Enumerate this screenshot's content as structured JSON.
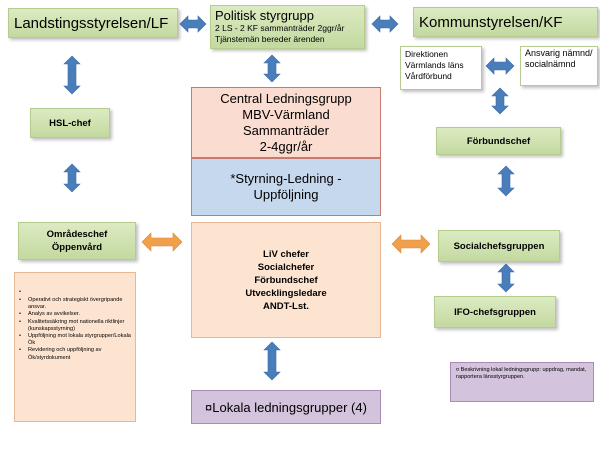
{
  "nodes": {
    "landsting": "Landstingsstyrelsen/LF",
    "politisk_title": "Politisk styrgrupp",
    "politisk_line1": "2 LS - 2 KF sammanträder 2ggr/år",
    "politisk_line2": "Tjänstemän bereder ärenden",
    "kommun": "Kommunstyrelsen/KF",
    "direktionen": "Direktionen Värmlands läns Vårdförbund",
    "ansvarig": "Ansvarig nämnd/ socialnämnd",
    "hsl": "HSL-chef",
    "forbundschef": "Förbundschef",
    "central_lines": [
      "Central Ledningsgrupp",
      "MBV-Värmland",
      "Sammanträder",
      "2-4ggr/år"
    ],
    "styrning_lines": [
      "*Styrning-Ledning -",
      "Uppföljning"
    ],
    "omrade_lines": [
      "Områdeschef",
      "Öppenvård"
    ],
    "liv_lines": [
      "LiV chefer",
      "Socialchefer",
      "Förbundschef",
      "Utvecklingsledare",
      "ANDT-Lst."
    ],
    "socialchef": "Socialchefsgruppen",
    "ifo": "IFO-chefsgruppen",
    "lokala": "¤Lokala ledningsgrupper (4)",
    "bullets": [
      "Operativt och strategiskt övergripande ansvar.",
      "Analys av avvikelser.",
      "Kvalitetssäkring mot nationella riktlinjer (kunskapsstyrning)",
      "Uppföljning mot lokala styrgrupper/Lokala Ök",
      "Revidering och uppföljning av Ök/styrdokument"
    ],
    "note": "¤ Beskrivning lokal ledningsgrupp: uppdrag, mandat, rapportera länsstyrgruppen."
  },
  "colors": {
    "arrow_blue": "#4a7ebb",
    "arrow_orange": "#f0a04b",
    "green_box": "#d0e3b0",
    "central_fill": "#fbdcd0",
    "styrning_fill": "#c6d8ee",
    "lokala_fill": "#d3c3dc"
  }
}
